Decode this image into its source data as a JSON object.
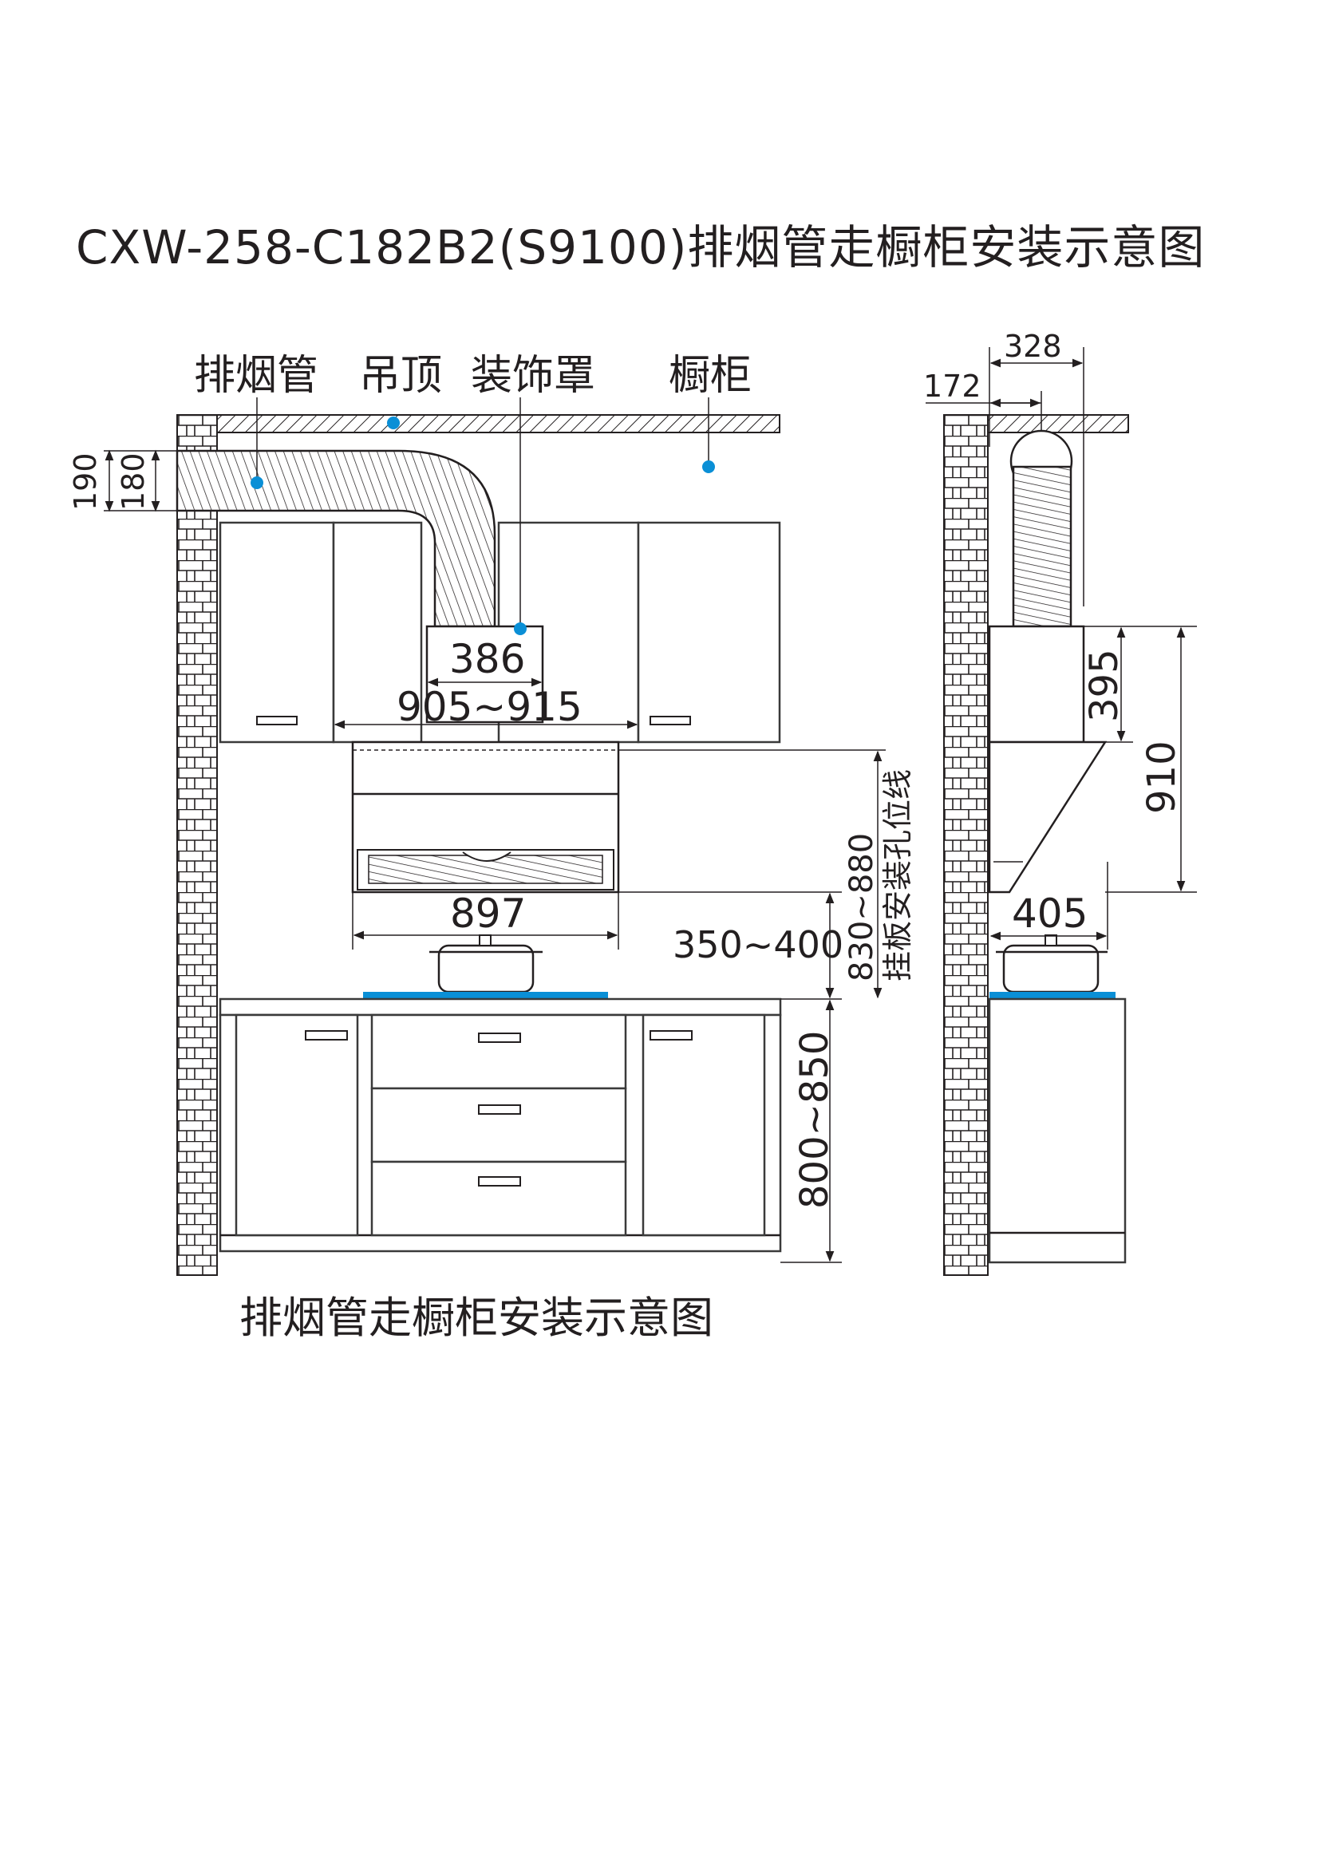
{
  "title": "CXW-258-C182B2(S9100)排烟管走橱柜安装示意图",
  "caption": "排烟管走橱柜安装示意图",
  "labels": {
    "duct": "排烟管",
    "ceiling": "吊顶",
    "cover": "装饰罩",
    "cabinet": "橱柜"
  },
  "front_view": {
    "duct_outer": "190",
    "duct_inner": "180",
    "cover_width": "386",
    "cabinet_gap": "905~915",
    "hood_width": "897",
    "hood_height": "350~400",
    "mount_height": "830~880",
    "mount_note": "挂板安装孔位线",
    "counter_height": "800~850"
  },
  "side_view": {
    "depth_top": "328",
    "duct_offset": "172",
    "cover_height": "395",
    "total_height": "910",
    "hood_depth": "405"
  },
  "colors": {
    "line": "#231f20",
    "accent": "#0a8fd6",
    "background": "#ffffff"
  }
}
